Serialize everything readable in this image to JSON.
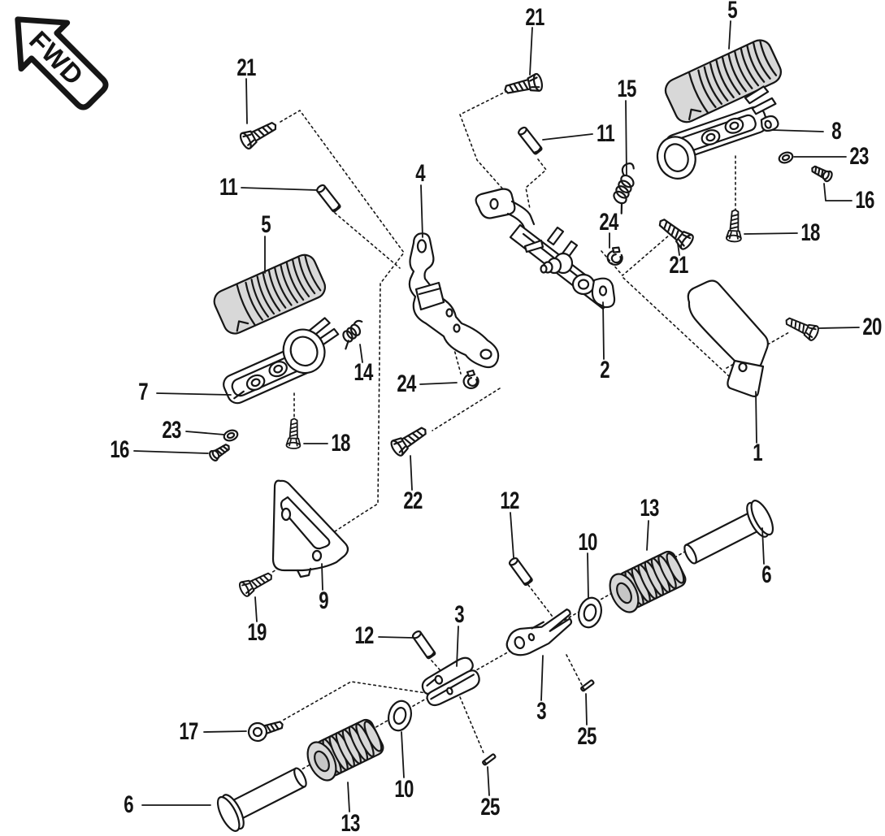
{
  "diagram": {
    "kind": "exploded-parts-diagram",
    "orientation_label": "FWD"
  },
  "colors": {
    "line": "#161616",
    "rubber_fill": "#d8d8d8",
    "rubber_hole": "#c6c6c6",
    "background": "#ffffff"
  },
  "callouts": [
    {
      "id": "21-top-left",
      "text": "21"
    },
    {
      "id": "11-left",
      "text": "11"
    },
    {
      "id": "5-left",
      "text": "5"
    },
    {
      "id": "21-top-middle",
      "text": "21"
    },
    {
      "id": "15-spring",
      "text": "15"
    },
    {
      "id": "11-top-middle",
      "text": "11"
    },
    {
      "id": "5-top-right",
      "text": "5"
    },
    {
      "id": "8-bracket-right",
      "text": "8"
    },
    {
      "id": "23-right",
      "text": "23"
    },
    {
      "id": "16-right",
      "text": "16"
    },
    {
      "id": "18-right",
      "text": "18"
    },
    {
      "id": "24-right",
      "text": "24"
    },
    {
      "id": "21-mid-right",
      "text": "21"
    },
    {
      "id": "20-bolt",
      "text": "20"
    },
    {
      "id": "2-bar",
      "text": "2"
    },
    {
      "id": "1-guard",
      "text": "1"
    },
    {
      "id": "4-bracket",
      "text": "4"
    },
    {
      "id": "14-spring",
      "text": "14"
    },
    {
      "id": "24-middle",
      "text": "24"
    },
    {
      "id": "7-bracket-left",
      "text": "7"
    },
    {
      "id": "23-left",
      "text": "23"
    },
    {
      "id": "16-left",
      "text": "16"
    },
    {
      "id": "18-left",
      "text": "18"
    },
    {
      "id": "22-bolt",
      "text": "22"
    },
    {
      "id": "9-side-bracket",
      "text": "9"
    },
    {
      "id": "19-bolt",
      "text": "19"
    },
    {
      "id": "12-right",
      "text": "12"
    },
    {
      "id": "10-mid-right",
      "text": "10"
    },
    {
      "id": "13-right",
      "text": "13"
    },
    {
      "id": "6-right",
      "text": "6"
    },
    {
      "id": "3-middle",
      "text": "3"
    },
    {
      "id": "3-right",
      "text": "3"
    },
    {
      "id": "12-left",
      "text": "12"
    },
    {
      "id": "17-screw",
      "text": "17"
    },
    {
      "id": "10-bottom-left",
      "text": "10"
    },
    {
      "id": "13-bottom-left",
      "text": "13"
    },
    {
      "id": "6-bottom-left",
      "text": "6"
    },
    {
      "id": "25-right",
      "text": "25"
    },
    {
      "id": "25-bottom",
      "text": "25"
    }
  ]
}
